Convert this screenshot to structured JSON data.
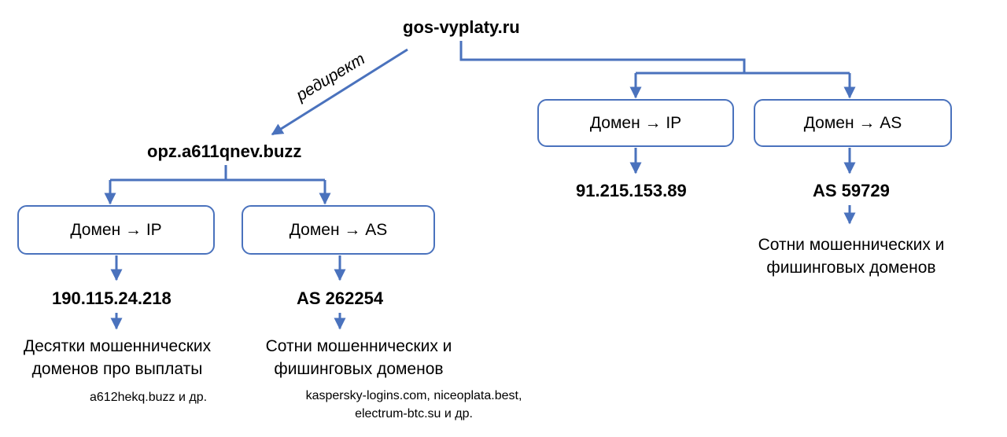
{
  "root": {
    "domain": "gos-vyplaty.ru",
    "redirect_label": "редирект"
  },
  "left": {
    "domain": "opz.a611qnev.buzz",
    "ip_box": "Домен → IP",
    "as_box": "Домен → AS",
    "ip_value": "190.115.24.218",
    "as_value": "AS 262254",
    "ip_desc_line1": "Десятки мошеннических",
    "ip_desc_line2": "доменов про выплаты",
    "ip_example": "a612hekq.buzz и др.",
    "as_desc_line1": "Сотни мошеннических и",
    "as_desc_line2": "фишинговых доменов",
    "as_example_line1": "kaspersky-logins.com, niceoplata.best,",
    "as_example_line2": "electrum-btc.su и др."
  },
  "right": {
    "ip_box": "Домен → IP",
    "as_box": "Домен → AS",
    "ip_value": "91.215.153.89",
    "as_value": "AS 59729",
    "as_desc_line1": "Сотни мошеннических и",
    "as_desc_line2": "фишинговых доменов"
  },
  "colors": {
    "accent": "#4a72bd",
    "text": "#000000",
    "background": "#ffffff"
  }
}
